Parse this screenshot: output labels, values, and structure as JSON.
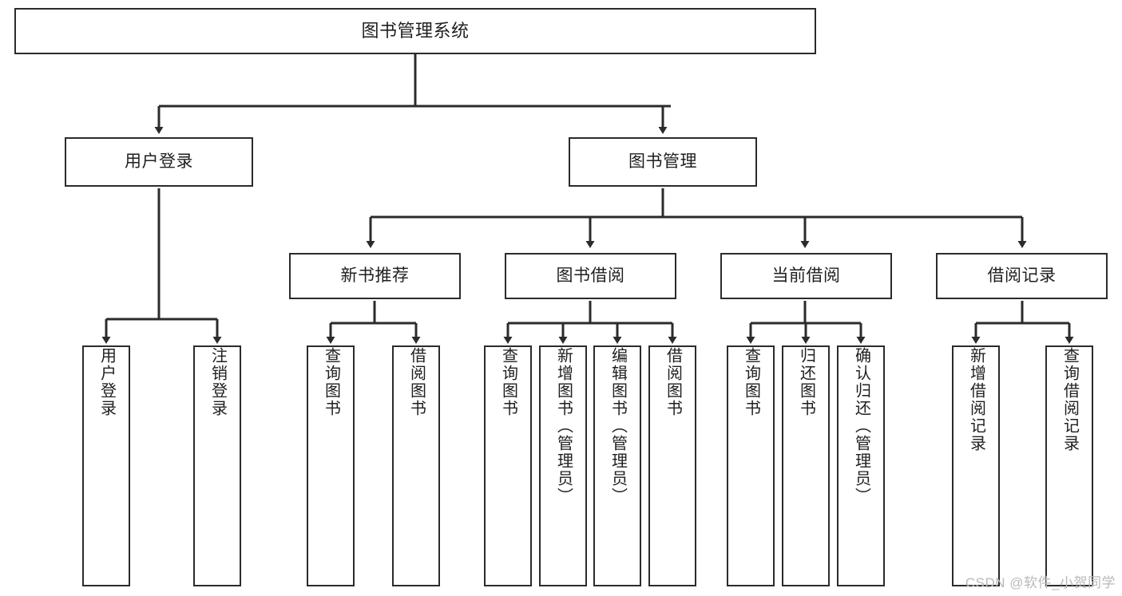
{
  "diagram": {
    "title": "图书管理系统",
    "type": "tree",
    "colors": {
      "stroke": "#2b2b2b",
      "fill": "#ffffff",
      "text": "#1f1f1f",
      "watermark": "#b9b9b9"
    },
    "nodes": {
      "root": {
        "label": "图书管理系统"
      },
      "level2": [
        {
          "label": "用户登录"
        },
        {
          "label": "图书管理"
        }
      ],
      "level3": [
        {
          "label": "新书推荐"
        },
        {
          "label": "图书借阅"
        },
        {
          "label": "当前借阅"
        },
        {
          "label": "借阅记录"
        }
      ],
      "leaves": [
        {
          "label": "用户登录"
        },
        {
          "label": "注销登录"
        },
        {
          "label": "查询图书"
        },
        {
          "label": "借阅图书"
        },
        {
          "label": "查询图书"
        },
        {
          "label": "新增图书（管理员）"
        },
        {
          "label": "编辑图书（管理员）"
        },
        {
          "label": "借阅图书"
        },
        {
          "label": "查询图书"
        },
        {
          "label": "归还图书"
        },
        {
          "label": "确认归还（管理员）"
        },
        {
          "label": "新增借阅记录"
        },
        {
          "label": "查询借阅记录"
        }
      ]
    },
    "watermark": "CSDN @软件_小贺同学"
  }
}
